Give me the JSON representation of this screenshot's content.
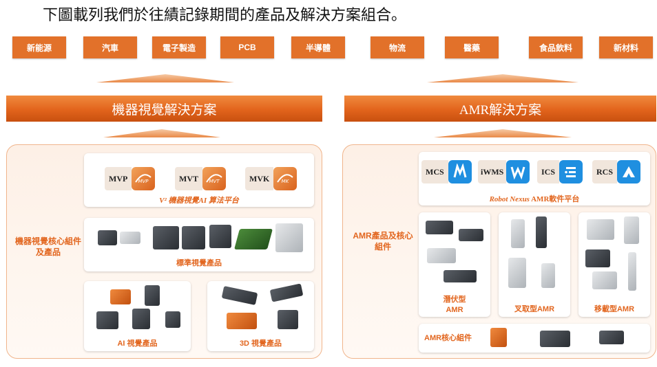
{
  "intro": "下圖載列我們於往績記錄期間的產品及解決方案組合。",
  "industries": [
    "新能源",
    "汽車",
    "電子製造",
    "PCB",
    "半導體",
    "物流",
    "醫藥",
    "食品飲料",
    "新材料"
  ],
  "mv": {
    "banner": "機器視覺解決方案",
    "side_label": "機器視覺核心組件及產品",
    "platform": {
      "products": [
        {
          "name": "MVP",
          "icon": "mvp-logo-icon",
          "icon_text": "MVP"
        },
        {
          "name": "MVT",
          "icon": "mvt-logo-icon",
          "icon_text": "MVT"
        },
        {
          "name": "MVK",
          "icon": "mvk-logo-icon",
          "icon_text": "MK"
        }
      ],
      "caption": "V² 機器視覺AI 算法平台"
    },
    "standard_caption": "標準視覺產品",
    "ai_caption": "AI 視覺產品",
    "threed_caption": "3D 視覺產品"
  },
  "amr": {
    "banner": "AMR解決方案",
    "side_label": "AMR產品及核心組件",
    "platform": {
      "products": [
        {
          "name": "MCS",
          "icon": "mcs-logo-icon"
        },
        {
          "name": "iWMS",
          "icon": "iwms-logo-icon"
        },
        {
          "name": "ICS",
          "icon": "ics-logo-icon"
        },
        {
          "name": "RCS",
          "icon": "rcs-logo-icon"
        }
      ],
      "caption_italic": "Robot Nexus",
      "caption_rest": " AMR軟件平台"
    },
    "latent_caption": "潛伏型\nAMR",
    "latent_line1": "潛伏型",
    "latent_line2": "AMR",
    "forklift_caption": "叉取型AMR",
    "transfer_caption": "移載型AMR",
    "core_caption": "AMR核心組件"
  },
  "colors": {
    "accent": "#e2712a",
    "banner_dark": "#c8500f",
    "panel_border": "#f0b48b",
    "app_blue": "#1f8fe0"
  }
}
